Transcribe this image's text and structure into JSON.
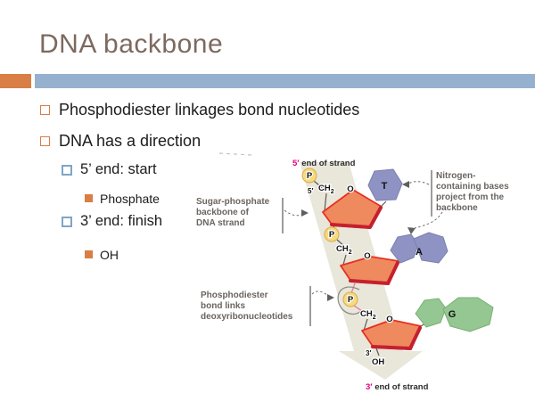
{
  "slide": {
    "title": "DNA backbone",
    "bullets": [
      {
        "level": 1,
        "text": "Phosphodiester linkages bond nucleotides"
      },
      {
        "level": 1,
        "text": "DNA has a direction"
      },
      {
        "level": 2,
        "text": "5’ end: start"
      },
      {
        "level": 3,
        "text": "Phosphate"
      },
      {
        "level": 2,
        "text": "3’ end: finish"
      },
      {
        "level": 3,
        "text": "OH"
      }
    ]
  },
  "diagram": {
    "strand_labels": {
      "five_prime": "5′",
      "five_end_text": " end of strand",
      "three_prime": "3′",
      "three_end_text": " end of strand"
    },
    "callouts": {
      "sugar": [
        "Sugar-phosphate",
        "backbone of",
        "DNA strand"
      ],
      "nitrogen": [
        "Nitrogen-",
        "containing bases",
        "project from the",
        "backbone"
      ],
      "phospho": [
        "Phosphodiester",
        "bond links",
        "deoxyribonucleotides"
      ]
    },
    "atoms": {
      "p": "P",
      "o": "O",
      "oh": "OH",
      "ch": "CH",
      "ch_sub": "2",
      "five_prime": "5′",
      "three_prime": "3′"
    },
    "bases": {
      "t": "T",
      "a": "A",
      "g": "G"
    }
  },
  "colors": {
    "title": "#7d695e",
    "accent_orange": "#d97e44",
    "accent_blue": "#95b1ce",
    "bullet_l2_border": "#7ea6c6",
    "magenta": "#e5007d",
    "sugar_fill": "#ef8a5f",
    "sugar_outline": "#e63022",
    "sugar_edge": "#c5202e",
    "base_blue": "#8e93c4",
    "base_green": "#94c791",
    "p_yellow": "#f8da7c",
    "band": "#e9e6da",
    "label_gray": "#6b6460"
  }
}
